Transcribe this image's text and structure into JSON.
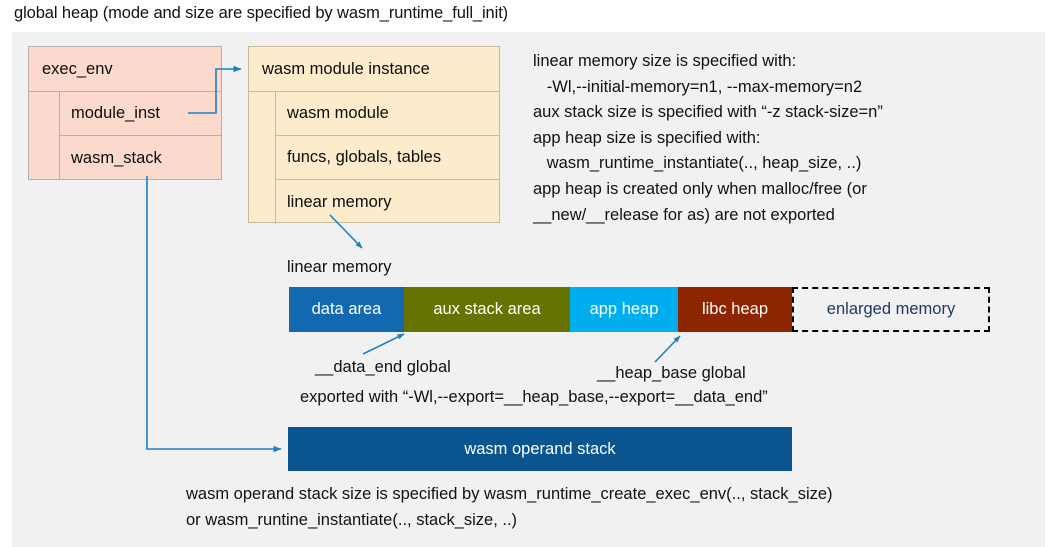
{
  "title": "global heap (mode and size are specified by wasm_runtime_full_init)",
  "exec_env": {
    "header": "exec_env",
    "fields": [
      {
        "label": "module_inst"
      },
      {
        "label": "wasm_stack"
      }
    ]
  },
  "module_instance": {
    "header": "wasm module instance",
    "fields": [
      {
        "label": "wasm module"
      },
      {
        "label": "funcs, globals, tables"
      },
      {
        "label": "linear memory"
      }
    ]
  },
  "notes": "linear memory size is specified with:\n   -Wl,--initial-memory=n1, --max-memory=n2\naux stack size is specified with “-z stack-size=n”\napp heap size is specified with:\n   wasm_runtime_instantiate(.., heap_size, ..)\napp heap is created only when malloc/free (or\n__new/__release for as) are not exported",
  "linear_memory": {
    "caption": "linear memory",
    "segments": [
      {
        "label": "data area",
        "color": "#1269b0",
        "text_color": "#ffffff",
        "width": 115,
        "style": "solid"
      },
      {
        "label": "aux stack area",
        "color": "#667300",
        "text_color": "#ffffff",
        "width": 166,
        "style": "solid"
      },
      {
        "label": "app heap",
        "color": "#00aeef",
        "text_color": "#ffffff",
        "width": 108,
        "style": "solid"
      },
      {
        "label": "libc heap",
        "color": "#8c2500",
        "text_color": "#ffffff",
        "width": 114,
        "style": "solid"
      },
      {
        "label": "enlarged memory",
        "color": "#f1f1f1",
        "text_color": "#1f3864",
        "width": 198,
        "style": "dashed"
      }
    ]
  },
  "annotations": {
    "data_end": "__data_end global",
    "heap_base": "__heap_base global",
    "exported": "exported with “-Wl,--export=__heap_base,--export=__data_end”"
  },
  "operand_stack": {
    "label": "wasm operand stack",
    "color": "#0a548f"
  },
  "bottom_notes": "wasm operand stack size is specified by wasm_runtime_create_exec_env(.., stack_size)\nor wasm_runtine_instantiate(.., stack_size, ..)",
  "colors": {
    "panel_bg": "#f1f1f1",
    "wire": "#1b7fc4"
  }
}
